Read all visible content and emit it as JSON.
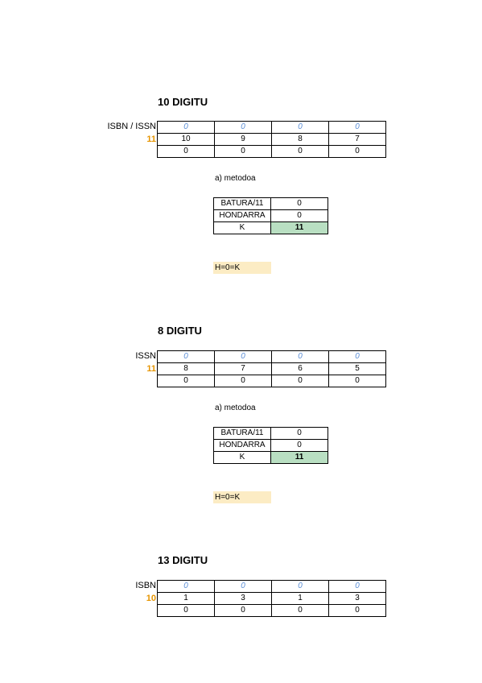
{
  "sections": [
    {
      "title": "10 DIGITU",
      "input_label": "ISBN / ISSN",
      "multiplier_label": "11",
      "input_row": [
        "0",
        "0",
        "0",
        "0"
      ],
      "weight_row": [
        "10",
        "9",
        "8",
        "7"
      ],
      "product_row": [
        "0",
        "0",
        "0",
        "0"
      ],
      "method": "a) metodoa",
      "calc": [
        {
          "label": "BATURA/11",
          "value": "0"
        },
        {
          "label": "HONDARRA",
          "value": "0"
        },
        {
          "label": "K",
          "value": "11"
        }
      ],
      "note": "H=0=K"
    },
    {
      "title": "8 DIGITU",
      "input_label": "ISSN",
      "multiplier_label": "11",
      "input_row": [
        "0",
        "0",
        "0",
        "0"
      ],
      "weight_row": [
        "8",
        "7",
        "6",
        "5"
      ],
      "product_row": [
        "0",
        "0",
        "0",
        "0"
      ],
      "method": "a) metodoa",
      "calc": [
        {
          "label": "BATURA/11",
          "value": "0"
        },
        {
          "label": "HONDARRA",
          "value": "0"
        },
        {
          "label": "K",
          "value": "11"
        }
      ],
      "note": "H=0=K"
    },
    {
      "title": "13 DIGITU",
      "input_label": "ISBN",
      "multiplier_label": "10",
      "input_row": [
        "0",
        "0",
        "0",
        "0"
      ],
      "weight_row": [
        "1",
        "3",
        "1",
        "3"
      ],
      "product_row": [
        "0",
        "0",
        "0",
        "0"
      ]
    }
  ]
}
